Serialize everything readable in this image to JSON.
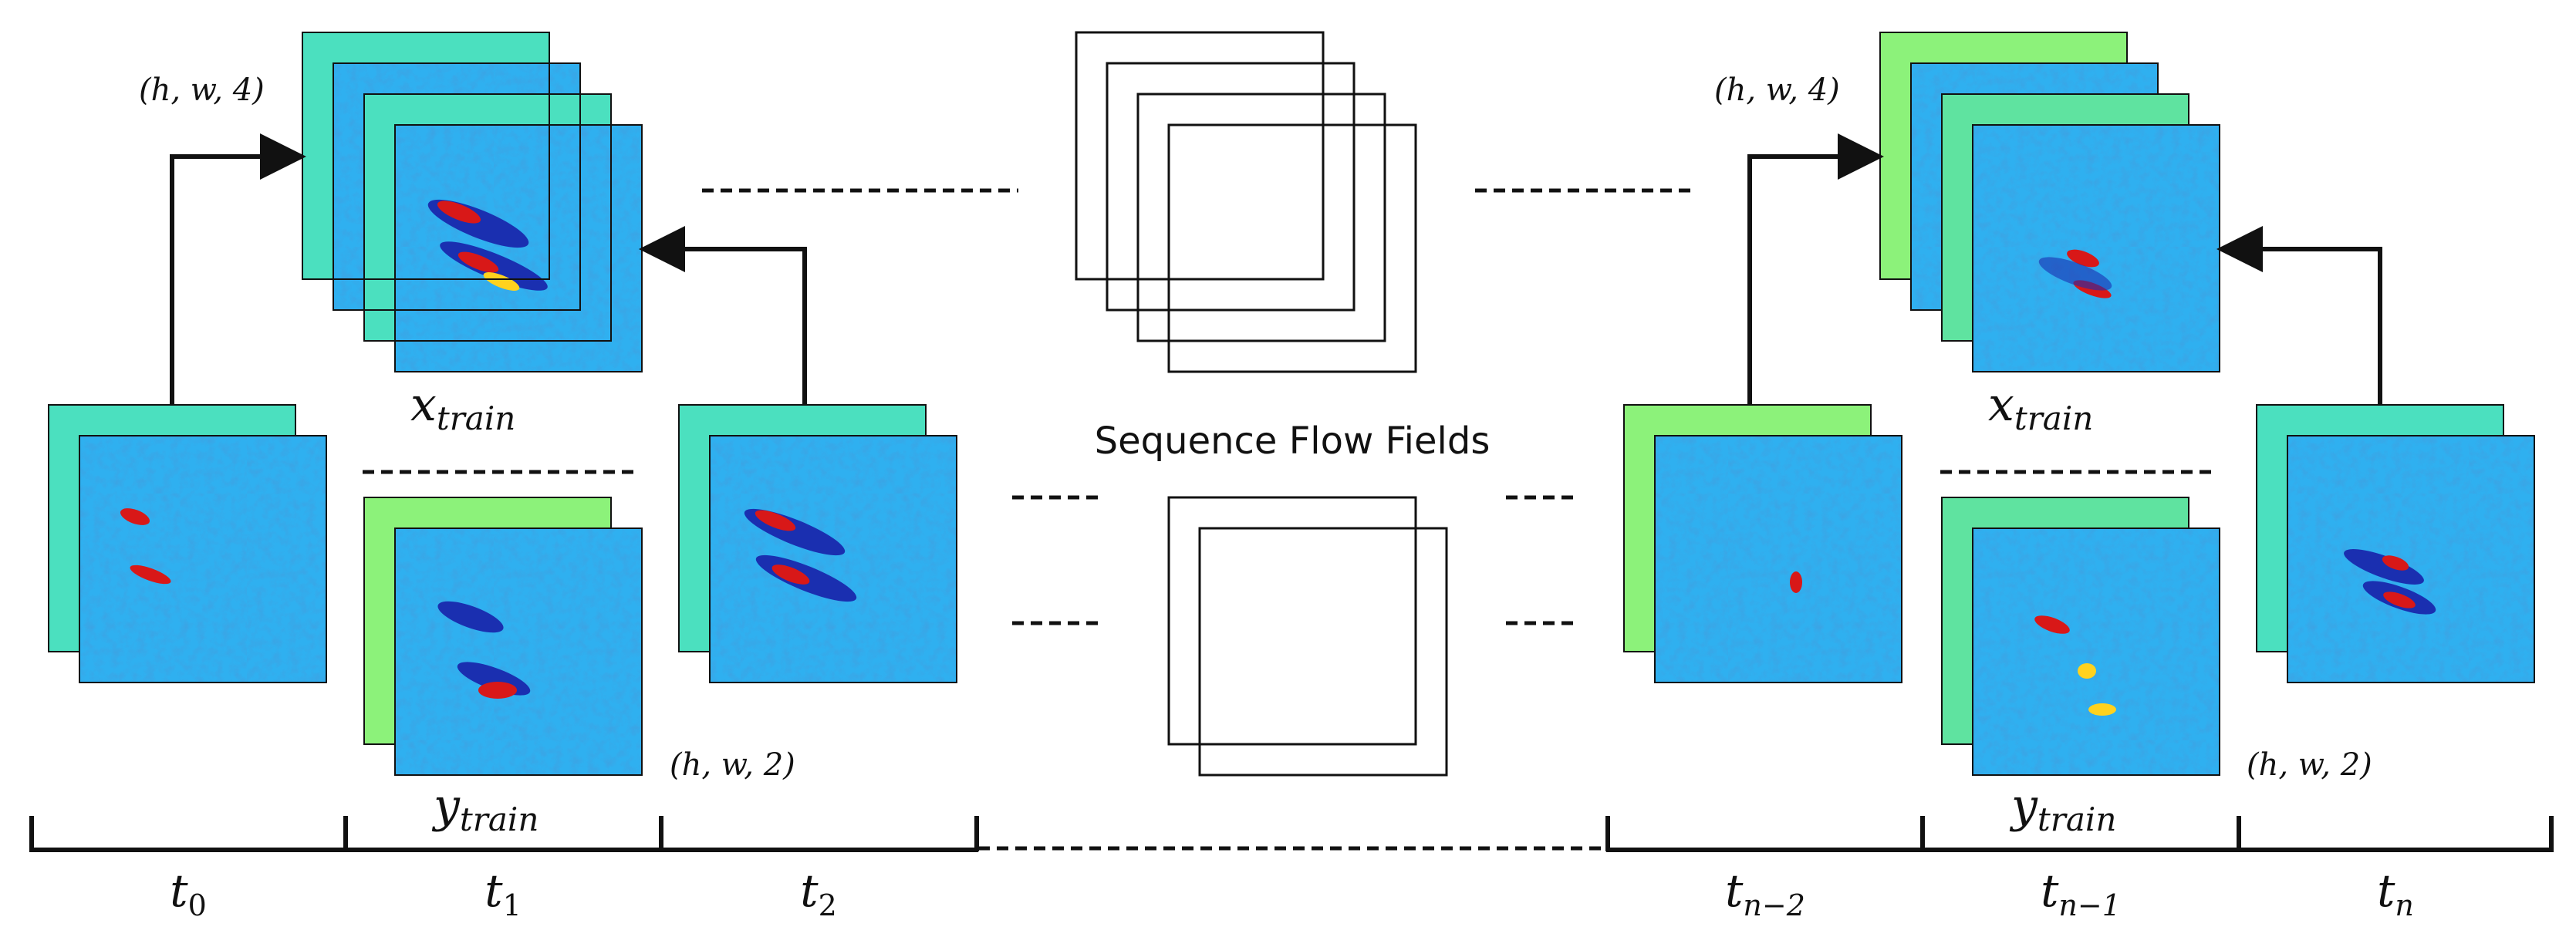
{
  "colors": {
    "ink": "#111111",
    "field_base": "#2fb0f0",
    "channel_green_light": "#8cf27a",
    "channel_green": "#5fe3a0",
    "channel_teal": "#4be0bf",
    "channel_blue": "#2aa8f0",
    "hot_red": "#d81818",
    "hot_yellow": "#ffd21e",
    "dark_blue": "#1a2fb0"
  },
  "labels": {
    "shape_in_left": "(h, w, 4)",
    "shape_in_right": "(h, w, 4)",
    "shape_out_left": "(h, w, 2)",
    "shape_out_right": "(h, w, 2)",
    "x_train_left": "x",
    "x_train_left_sub": "train",
    "x_train_right": "x",
    "x_train_right_sub": "train",
    "y_train_left": "y",
    "y_train_left_sub": "train",
    "y_train_right": "y",
    "y_train_right_sub": "train",
    "center_title": "Sequence Flow Fields"
  },
  "timeline": [
    {
      "base": "t",
      "sub": "0"
    },
    {
      "base": "t",
      "sub": "1"
    },
    {
      "base": "t",
      "sub": "2"
    },
    {
      "base": "t",
      "sub": "n−2"
    },
    {
      "base": "t",
      "sub": "n−1"
    },
    {
      "base": "t",
      "sub": "n"
    }
  ]
}
